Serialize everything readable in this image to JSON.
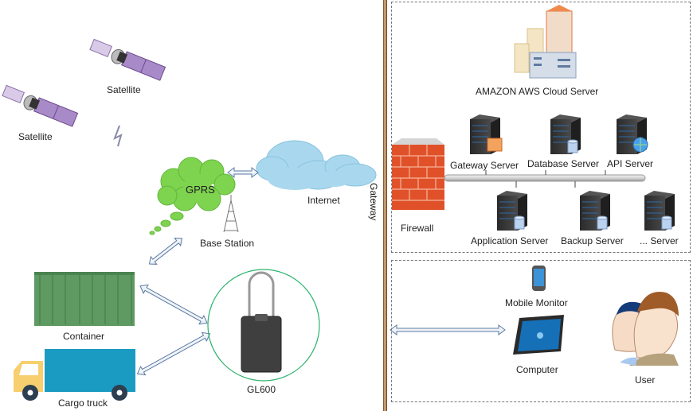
{
  "labels": {
    "satellite_top": "Satellite",
    "satellite_left": "Satellite",
    "gprs": "GPRS",
    "base_station": "Base Station",
    "internet": "Internet",
    "gateway": "Gateway",
    "container": "Container",
    "cargo_truck": "Cargo truck",
    "device": "GL600"
  },
  "cloud_panel": {
    "title": "AMAZON  AWS Cloud Server",
    "firewall": "Firewall",
    "servers_top": [
      "Gateway Server",
      "Database Server",
      "API Server"
    ],
    "servers_bottom": [
      "Application Server",
      "Backup Server",
      "... Server"
    ]
  },
  "client_panel": {
    "mobile": "Mobile Monitor",
    "computer": "Computer",
    "user": "User"
  },
  "colors": {
    "divider": "#8b5a2b",
    "gprs_cloud": "#7ed34f",
    "internet_cloud": "#a9d8ee",
    "container": "#5e9a62",
    "truck_body": "#1a9bc2",
    "truck_cab": "#f7cf6e",
    "device_ring": "#2bb36b",
    "firewall": "#e0512a"
  }
}
